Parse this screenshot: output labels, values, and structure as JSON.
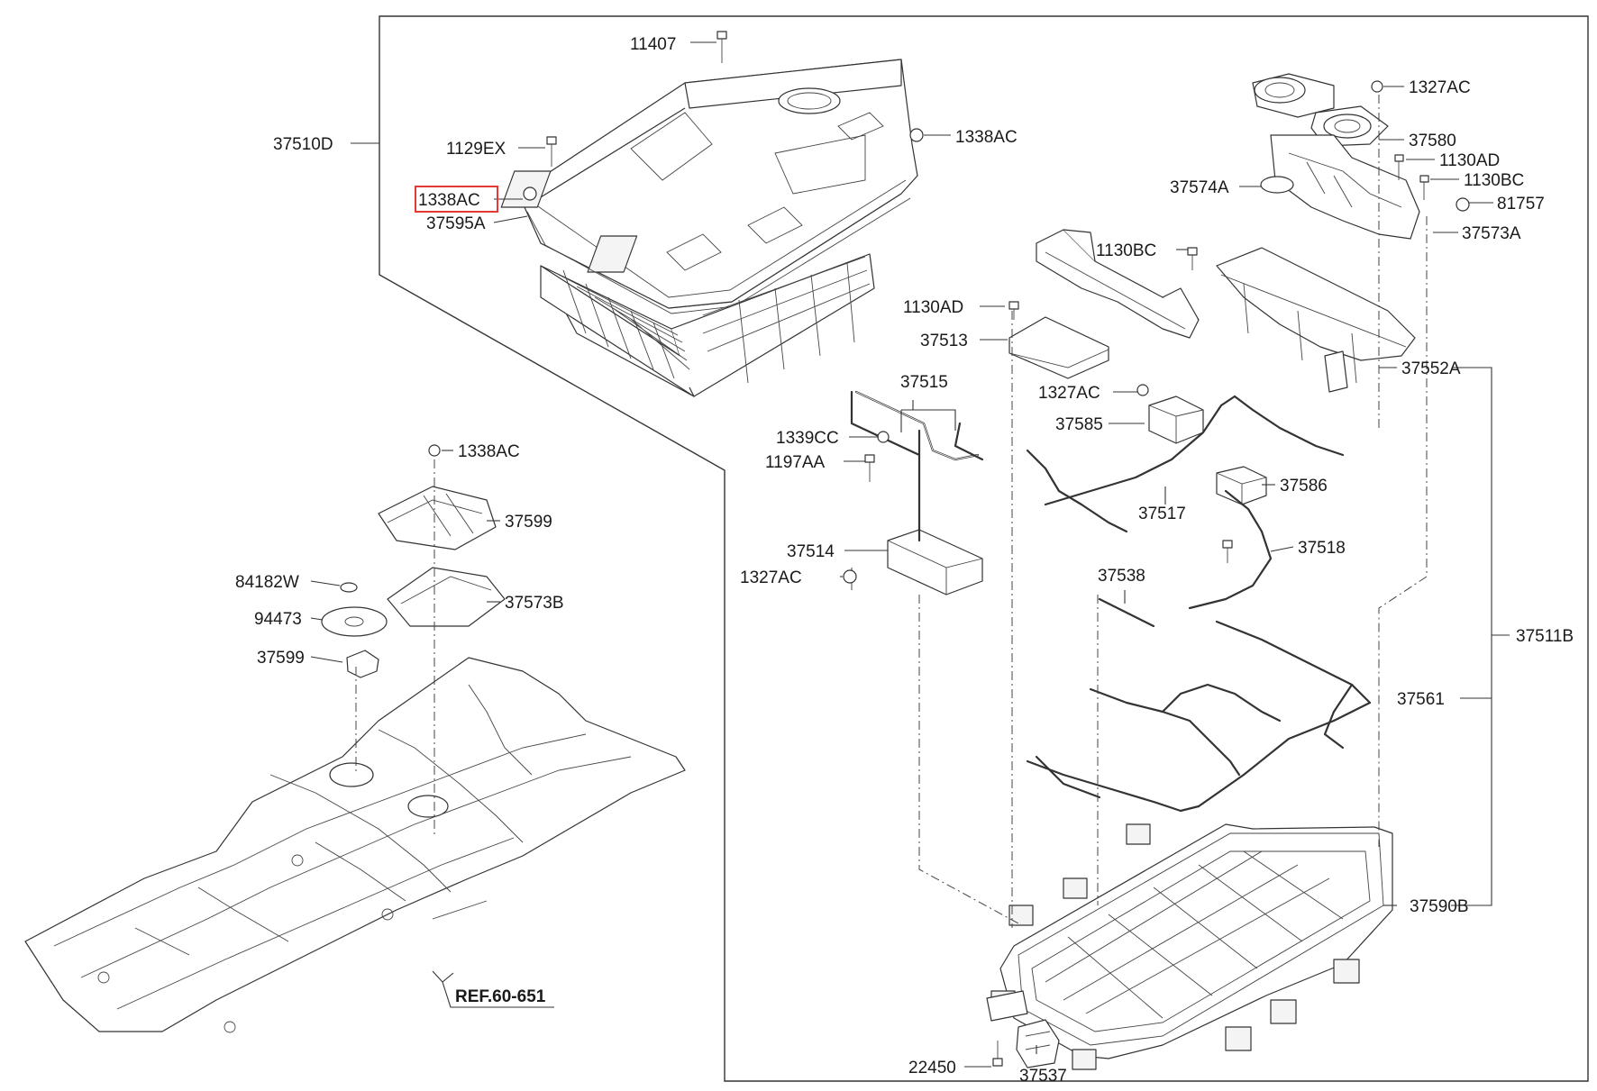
{
  "labels": {
    "p11407": "11407",
    "p1129EX": "1129EX",
    "p1338AC_hl": "1338AC",
    "p37595A": "37595A",
    "p37510D": "37510D",
    "p1338AC_top": "1338AC",
    "p1327AC_a": "1327AC",
    "p37580": "37580",
    "p1130AD_a": "1130AD",
    "p1130BC_a": "1130BC",
    "p37574A": "37574A",
    "p81757": "81757",
    "p37573A": "37573A",
    "p1130BC_b": "1130BC",
    "p1130AD_b": "1130AD",
    "p37513": "37513",
    "p37552A": "37552A",
    "p37515": "37515",
    "p1327AC_b": "1327AC",
    "p37585": "37585",
    "p1339CC": "1339CC",
    "p1197AA": "1197AA",
    "p37517": "37517",
    "p37586": "37586",
    "p37514": "37514",
    "p37518": "37518",
    "p1327AC_c": "1327AC",
    "p37538": "37538",
    "p37511B": "37511B",
    "p37561": "37561",
    "p1338AC_left": "1338AC",
    "p37599_a": "37599",
    "p84182W": "84182W",
    "p37573B": "37573B",
    "p94473": "94473",
    "p37599_b": "37599",
    "p37590B": "37590B",
    "p22450": "22450",
    "p37537": "37537",
    "ref": "REF.60-651"
  },
  "highlight_color": "#e53935",
  "line_color": "#333333"
}
